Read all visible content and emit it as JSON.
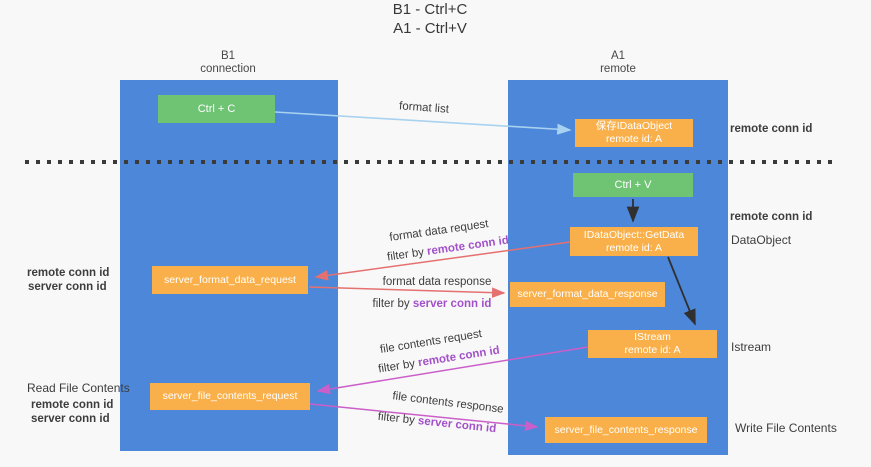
{
  "title": {
    "line1": "B1 - Ctrl+C",
    "line2": "A1 - Ctrl+V"
  },
  "columns": {
    "left": {
      "name": "B1",
      "subtitle": "connection"
    },
    "right": {
      "name": "A1",
      "subtitle": "remote"
    }
  },
  "boxes": {
    "ctrl_c": "Ctrl + C",
    "ctrl_v": "Ctrl + V",
    "save_idataobject": {
      "line1": "保存IDataObject",
      "line2": "remote id: A"
    },
    "getdata": {
      "line1": "IDataObject::GetData",
      "line2": "remote id: A"
    },
    "istream": {
      "line1": "IStream",
      "line2": "remote id: A"
    },
    "format_request": "server_format_data_request",
    "format_response": "server_format_data_response",
    "file_request": "server_file_contents_request",
    "file_response": "server_file_contents_response"
  },
  "arrow_labels": {
    "format_list": "format list",
    "format_data_request": "format data request",
    "format_data_response": "format data response",
    "file_contents_request": "file contents request",
    "file_contents_response": "file contents response",
    "filter_by": "filter by",
    "remote_conn_id": "remote conn id",
    "server_conn_id": "server conn id"
  },
  "side_labels": {
    "right_remote_conn_id_top": "remote conn id",
    "right_remote_conn_id_mid": "remote conn id",
    "dataobject": "DataObject",
    "istream": "Istream",
    "write_file_contents": "Write File Contents",
    "read_file_contents": "Read File Contents",
    "left_remote_conn_id_1": "remote conn id",
    "left_server_conn_id_1": "server conn id",
    "left_remote_conn_id_2": "remote conn id",
    "left_server_conn_id_2": "server conn id"
  },
  "colors": {
    "lifeline_blue": "#4c87d9",
    "box_orange": "#f9b04a",
    "box_green": "#6fc474",
    "purple_conn_id": "#a351c9",
    "green_conn_id": "#50b15c",
    "arrow_light_blue": "#a8d2f0",
    "arrow_red": "#e57070",
    "arrow_magenta": "#ca5fc9",
    "arrow_black": "#303030",
    "dashed_divider": "#3b3b3b",
    "background": "#f8f8f8"
  }
}
